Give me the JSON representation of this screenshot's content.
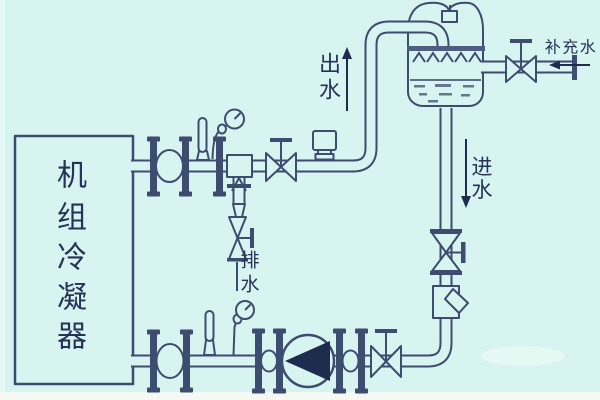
{
  "theme": {
    "bg": "#d8f4f1",
    "line": "#3d4d6f",
    "dark": "#1e2c4e",
    "text": "#243356",
    "strip": "#f4f9f4",
    "deck": "#4d5e80"
  },
  "diagram": {
    "type": "piping-schematic",
    "labels": {
      "condenser": {
        "text": "机组冷凝器",
        "chars": [
          "机",
          "组",
          "冷",
          "凝",
          "器"
        ]
      },
      "outlet_water": {
        "text": "出水",
        "chars": [
          "出",
          "水"
        ],
        "arrow": "up"
      },
      "inlet_water": {
        "text": "进水",
        "chars": [
          "进",
          "水"
        ],
        "arrow": "down"
      },
      "drain_water": {
        "text": "排水",
        "chars": [
          "排",
          "水"
        ]
      },
      "makeup_water": {
        "text": "补充水",
        "arrow": "left"
      }
    },
    "components": [
      "unit-condenser",
      "flexible-joint",
      "pipe-flange",
      "thermometer",
      "pressure-gauge",
      "drain-tee",
      "drain-globe-valve",
      "supply-globe-valve",
      "flow-switch",
      "cooling-tower-tank",
      "spray-deck",
      "spray-nozzles",
      "float-box",
      "makeup-globe-valve",
      "inlet-globe-valve",
      "y-strainer",
      "circulating-pump",
      "return-globe-valve"
    ]
  }
}
